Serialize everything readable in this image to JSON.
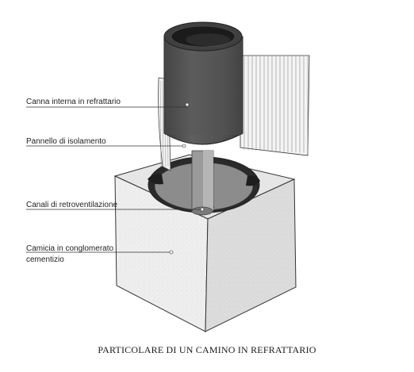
{
  "labels": {
    "inner_flue": "Canna interna in refrattario",
    "insulation_panel": "Pannello di isolamento",
    "ventilation_channels": "Canali di retroventilazione",
    "cement_jacket_line1": "Camicia in conglomerato",
    "cement_jacket_line2": "cementizio"
  },
  "caption": "PARTICOLARE DI UN CAMINO IN REFRATTARIO",
  "colors": {
    "flue_dark": "#555555",
    "flue_rim": "#9a9a9a",
    "block_light": "#eeeeee",
    "block_side": "#dcdcdc",
    "block_top": "#e6e6e6",
    "insulation": "#f4f4f4",
    "leader": "#333333"
  }
}
